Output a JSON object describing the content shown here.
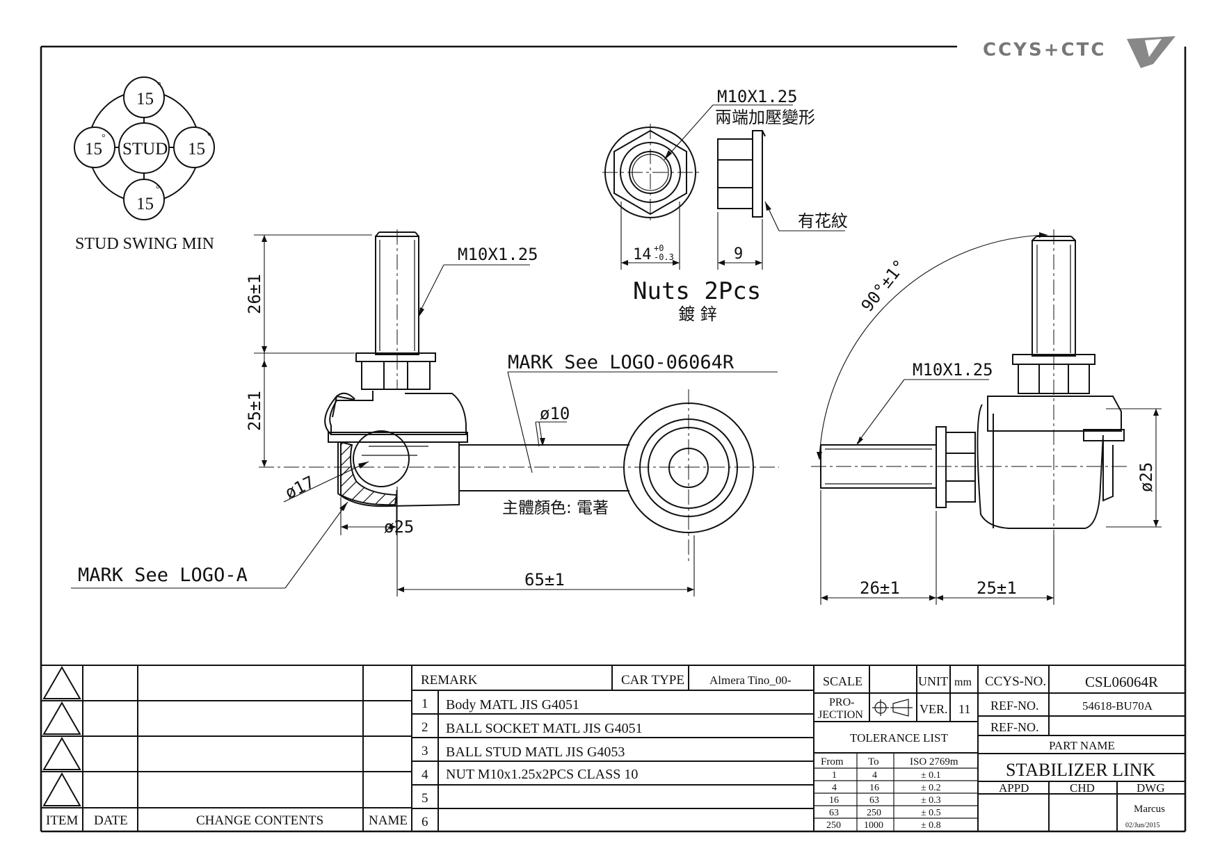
{
  "logo": {
    "text": "CCYS+CTC"
  },
  "stud_swing": {
    "top": "15",
    "left": "15",
    "right": "15",
    "bottom": "15",
    "center": "STUD",
    "degree_mark": "°",
    "caption": "STUD SWING MIN"
  },
  "nut_view": {
    "thread": "M10X1.25",
    "note_cn": "兩端加壓變形",
    "knurl_cn": "有花紋",
    "width_dim": "14",
    "width_tol_upper": "+0",
    "width_tol_lower": "-0.3",
    "height_dim": "9",
    "title": "Nuts 2Pcs",
    "plating_cn": "鍍 鋅"
  },
  "front_view": {
    "thread": "M10X1.25",
    "stud_length": "26±1",
    "body_height": "25±1",
    "mark_logo": "MARK See LOGO-06064R",
    "rod_diameter": "ø10",
    "ball_diameter": "ø17",
    "socket_diameter": "ø25",
    "body_color_cn": "主體顏色: 電著",
    "mark_logo_a": "MARK See LOGO-A",
    "center_distance": "65±1"
  },
  "side_view": {
    "angle": "90°±1°",
    "thread": "M10X1.25",
    "diameter": "ø25",
    "stud_length": "26±1",
    "body_height": "25±1"
  },
  "title_block": {
    "revision_headers": {
      "item": "ITEM",
      "date": "DATE",
      "change": "CHANGE CONTENTS",
      "name": "NAME"
    },
    "remark_label": "REMARK",
    "car_type_label": "CAR TYPE",
    "car_type_value": "Almera Tino_00-",
    "remarks": [
      {
        "no": "1",
        "text": "Body MATL JIS G4051"
      },
      {
        "no": "2",
        "text": "BALL SOCKET MATL JIS G4051"
      },
      {
        "no": "3",
        "text": "BALL STUD MATL JIS G4053"
      },
      {
        "no": "4",
        "text": "NUT M10x1.25x2PCS CLASS 10"
      },
      {
        "no": "5",
        "text": ""
      },
      {
        "no": "6",
        "text": ""
      }
    ],
    "scale_label": "SCALE",
    "unit_label": "UNIT",
    "unit_value": "mm",
    "projection_label_1": "PRO-",
    "projection_label_2": "JECTION",
    "ver_label": "VER.",
    "ver_value": "11",
    "tolerance_label": "TOLERANCE LIST",
    "tolerance_headers": {
      "from": "From",
      "to": "To",
      "iso": "ISO 2769m"
    },
    "tolerances": [
      {
        "from": "1",
        "to": "4",
        "tol": "± 0.1"
      },
      {
        "from": "4",
        "to": "16",
        "tol": "± 0.2"
      },
      {
        "from": "16",
        "to": "63",
        "tol": "± 0.3"
      },
      {
        "from": "63",
        "to": "250",
        "tol": "± 0.5"
      },
      {
        "from": "250",
        "to": "1000",
        "tol": "± 0.8"
      }
    ],
    "ccys_no_label": "CCYS-NO.",
    "ccys_no_value": "CSL06064R",
    "ref_no_label": "REF-NO.",
    "ref_no_value": "54618-BU70A",
    "ref_no_label_2": "REF-NO.",
    "part_name_label": "PART NAME",
    "part_name_value": "STABILIZER LINK",
    "appd_label": "APPD",
    "chd_label": "CHD",
    "dwg_label": "DWG",
    "dwg_name": "Marcus",
    "dwg_date": "02/Jun/2015"
  }
}
